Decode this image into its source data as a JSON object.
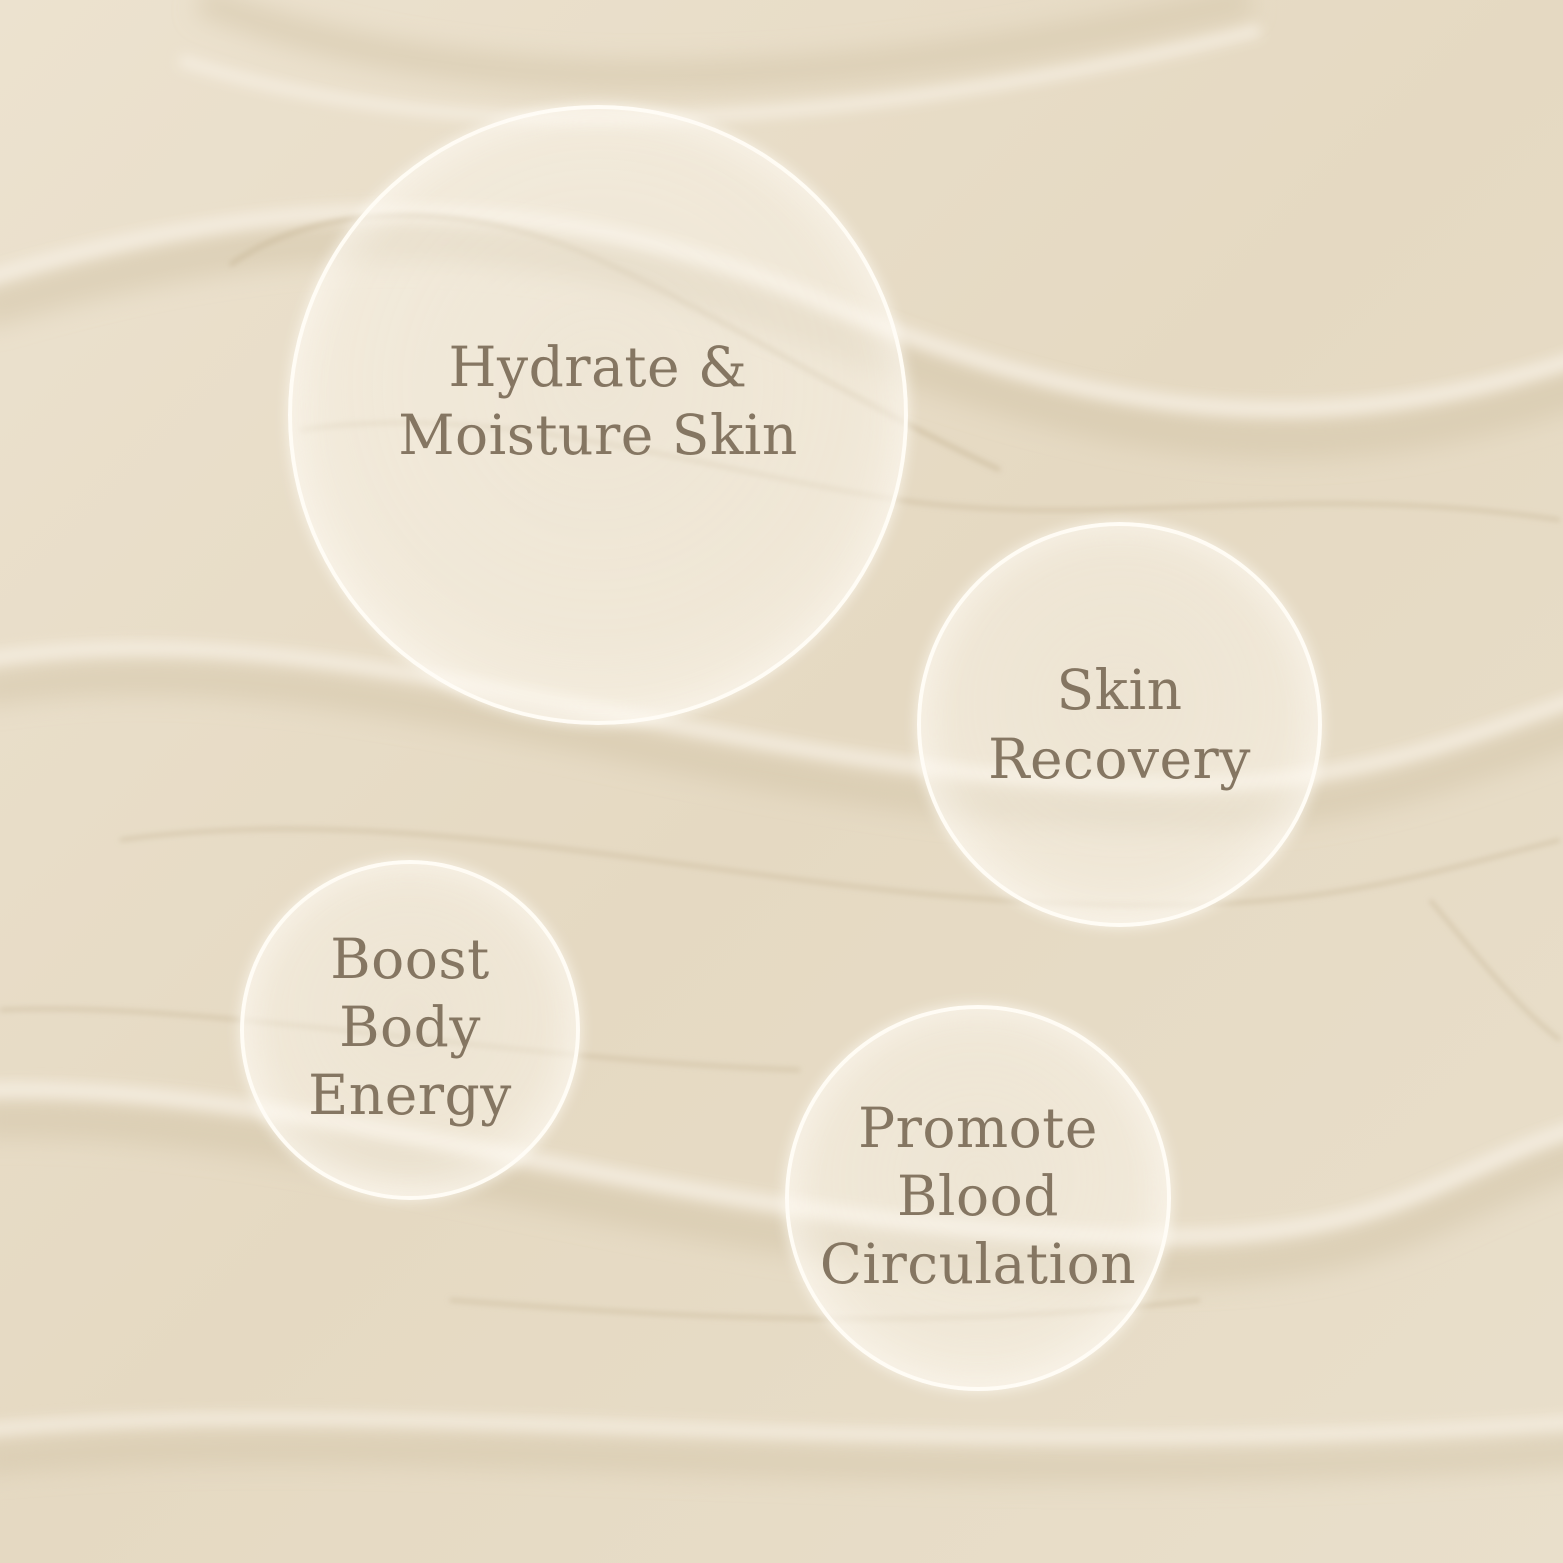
{
  "background": {
    "description_color": "#e6dac4"
  },
  "benefits": [
    {
      "label": "Hydrate &\nMoisture Skin"
    },
    {
      "label": "Skin\nRecovery"
    },
    {
      "label": "Boost\nBody\nEnergy"
    },
    {
      "label": "Promote\nBlood\nCirculation"
    }
  ],
  "colors": {
    "text": "#857662",
    "bubble_border": "#fffcf6",
    "background": "#e6dac4"
  }
}
